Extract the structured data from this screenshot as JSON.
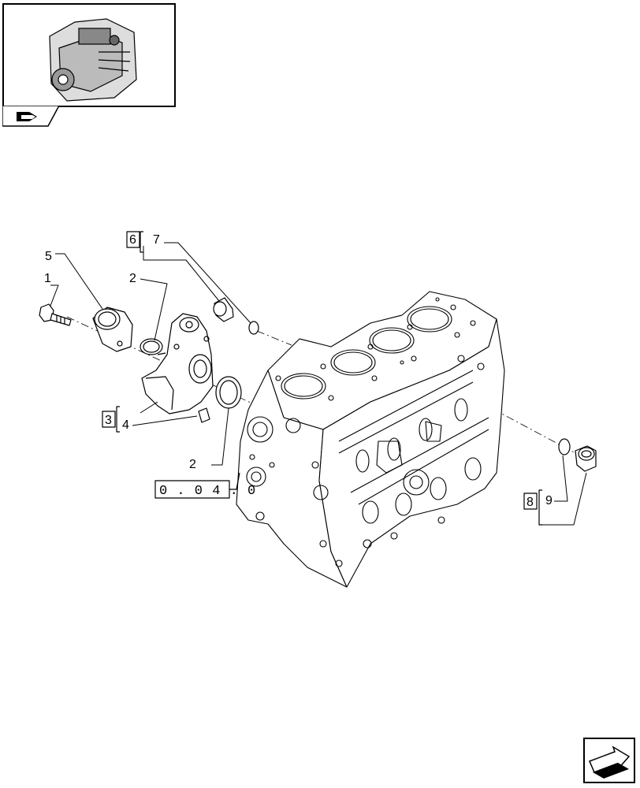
{
  "thumbnail": {
    "icon": "engine-thumbnail-icon",
    "tab_icon": "book-arrow-icon"
  },
  "callouts": {
    "c1": "1",
    "c2a": "2",
    "c2b": "2",
    "c3": "3",
    "c4": "4",
    "c5": "5",
    "c6": "6",
    "c7": "7",
    "c8": "8",
    "c9": "9"
  },
  "reference": {
    "code": "0 . 0 4 . 0"
  },
  "navigation": {
    "icon": "next-page-arrow-icon"
  }
}
